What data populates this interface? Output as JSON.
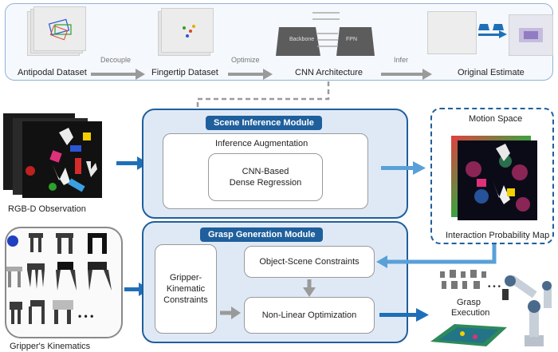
{
  "top_row": {
    "antipodal_dataset": "Antipodal Dataset",
    "decouple": "Decouple",
    "fingertip_dataset": "Fingertip Dataset",
    "optimize": "Optimize",
    "cnn_architecture": "CNN Architecture",
    "backbone": "Backbone",
    "fpn": "FPN",
    "infer": "Infer",
    "original_estimate": "Original Estimate"
  },
  "scene_module": {
    "title": "Scene Inference Module",
    "augmentation": "Inference Augmentation",
    "regression_line1": "CNN-Based",
    "regression_line2": "Dense Regression"
  },
  "grasp_module": {
    "title": "Grasp Generation Module",
    "gripper_line1": "Gripper-",
    "gripper_line2": "Kinematic",
    "gripper_line3": "Constraints",
    "object_scene": "Object-Scene Constraints",
    "nonlinear": "Non-Linear Optimization"
  },
  "left": {
    "rgbd": "RGB-D Observation",
    "kinematics": "Gripper's Kinematics",
    "ellipsis": "• • •"
  },
  "right": {
    "motion_space": "Motion Space",
    "interaction_map": "Interaction Probability Map",
    "grasp_line1": "Grasp",
    "grasp_line2": "Execution"
  },
  "colors": {
    "module_border": "#1f5f9c",
    "module_fill": "#dfe9f6",
    "arrow_blue": "#1f6fb8",
    "arrow_light_blue": "#5aa0d8",
    "arrow_gray": "#9a9a9a"
  }
}
